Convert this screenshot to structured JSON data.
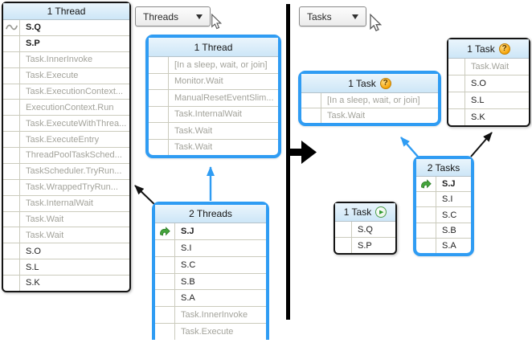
{
  "colors": {
    "highlight_blue": "#2f9cf3",
    "muted_text": "#a3a39b",
    "header_gradient_top": "#eaf5fc",
    "header_gradient_bottom": "#cde6f7",
    "divider_black": "#000000"
  },
  "icons": {
    "question_glyph": "?",
    "play_glyph": "▶"
  },
  "threads_view": {
    "dropdown_label": "Threads",
    "main_panel": {
      "title": "1 Thread",
      "rows": [
        {
          "text": "S.Q",
          "muted": false,
          "bold": true,
          "icon": "squiggle"
        },
        {
          "text": "S.P",
          "muted": false,
          "bold": true
        },
        {
          "text": "Task.InnerInvoke",
          "muted": true
        },
        {
          "text": "Task.Execute",
          "muted": true
        },
        {
          "text": "Task.ExecutionContext...",
          "muted": true
        },
        {
          "text": "ExecutionContext.Run",
          "muted": true
        },
        {
          "text": "Task.ExecuteWithThrea...",
          "muted": true
        },
        {
          "text": "Task.ExecuteEntry",
          "muted": true
        },
        {
          "text": "ThreadPoolTaskSched...",
          "muted": true
        },
        {
          "text": "TaskScheduler.TryRun...",
          "muted": true
        },
        {
          "text": "Task.WrappedTryRun...",
          "muted": true
        },
        {
          "text": "Task.InternalWait",
          "muted": true
        },
        {
          "text": "Task.Wait",
          "muted": true
        },
        {
          "text": "Task.Wait",
          "muted": true
        },
        {
          "text": "S.O",
          "muted": false
        },
        {
          "text": "S.L",
          "muted": false
        },
        {
          "text": "S.K",
          "muted": false
        }
      ]
    },
    "hover_box": {
      "title": "1 Thread",
      "rows": [
        {
          "text": "[In a sleep, wait, or join]",
          "muted": true
        },
        {
          "text": "Monitor.Wait",
          "muted": true
        },
        {
          "text": "ManualResetEventSlim...",
          "muted": true
        },
        {
          "text": "Task.InternalWait",
          "muted": true
        },
        {
          "text": "Task.Wait",
          "muted": true
        },
        {
          "text": "Task.Wait",
          "muted": true
        }
      ]
    },
    "torn_box": {
      "title": "2 Threads",
      "rows": [
        {
          "text": "S.J",
          "muted": false,
          "bold": true,
          "icon": "current-frame-arrow"
        },
        {
          "text": "S.I",
          "muted": false
        },
        {
          "text": "S.C",
          "muted": false
        },
        {
          "text": "S.B",
          "muted": false
        },
        {
          "text": "S.A",
          "muted": false
        },
        {
          "text": "Task.InnerInvoke",
          "muted": true
        },
        {
          "text": "Task.Execute",
          "muted": true
        }
      ]
    }
  },
  "tasks_view": {
    "dropdown_label": "Tasks",
    "blue_box": {
      "title": "1 Task",
      "badge": "question",
      "rows": [
        {
          "text": "[In a sleep, wait, or join]",
          "muted": true
        },
        {
          "text": "Task.Wait",
          "muted": true
        }
      ]
    },
    "top_box": {
      "title": "1 Task",
      "badge": "question",
      "rows": [
        {
          "text": "Task.Wait",
          "muted": true
        },
        {
          "text": "S.O",
          "muted": false
        },
        {
          "text": "S.L",
          "muted": false
        },
        {
          "text": "S.K",
          "muted": false
        }
      ]
    },
    "tasks2_box": {
      "title": "2 Tasks",
      "rows": [
        {
          "text": "S.J",
          "muted": false,
          "bold": true,
          "icon": "current-frame-arrow"
        },
        {
          "text": "S.I",
          "muted": false
        },
        {
          "text": "S.C",
          "muted": false
        },
        {
          "text": "S.B",
          "muted": false
        },
        {
          "text": "S.A",
          "muted": false
        }
      ]
    },
    "running_box": {
      "title": "1 Task",
      "badge": "running",
      "rows": [
        {
          "text": "S.Q",
          "muted": false
        },
        {
          "text": "S.P",
          "muted": false
        }
      ]
    }
  }
}
